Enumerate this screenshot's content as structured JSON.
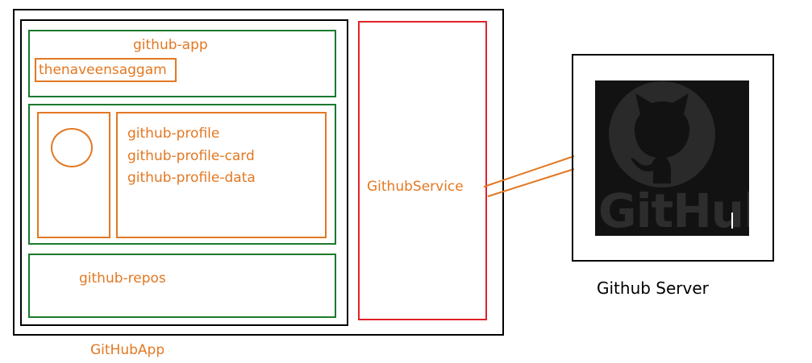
{
  "diagram": {
    "app": {
      "outer_label": "GitHubApp",
      "header_component": "github-app",
      "username_component": "thenaveensaggam",
      "profile_components": [
        "github-profile",
        "github-profile-card",
        "github-profile-data"
      ],
      "repos_component": "github-repos",
      "avatar_icon": "circle-avatar-icon"
    },
    "service": {
      "label": "GithubService"
    },
    "server": {
      "label": "Github Server",
      "logo_text": "GitHub",
      "logo_icon": "github-octocat-icon"
    },
    "colors": {
      "component_text": "#e37822",
      "green_border": "#1a7a2e",
      "service_border": "#e0212a",
      "logo_background": "#121212"
    }
  }
}
